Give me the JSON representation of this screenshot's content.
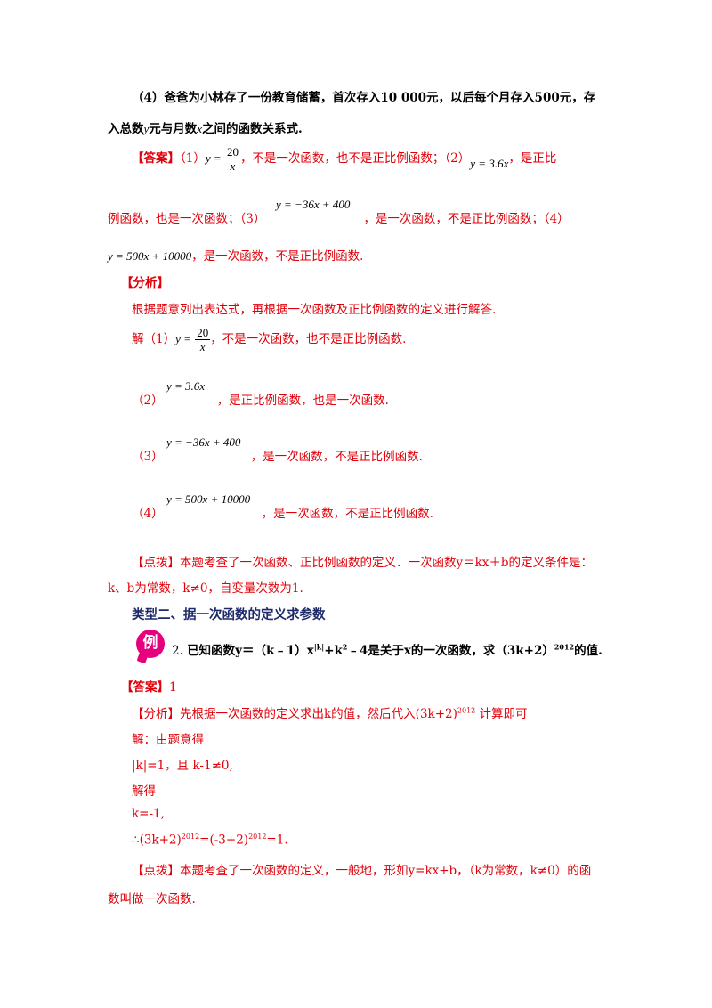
{
  "q4": {
    "line1": "（4）爸爸为小林存了一份教育储蓄，首次存入10 000元，以后每个月存入500元，存",
    "line2_a": "入总数",
    "var_y": "y",
    "line2_b": "元与月数",
    "var_x": "x",
    "line2_c": "之间的函数关系式."
  },
  "answer1": {
    "tag": "【答案】",
    "p1": "（1）",
    "eq_y": "y =",
    "num": "20",
    "den": "x",
    "t1": "，不是一次函数，也不是正比例函数；（2）",
    "eq2": "y = 3.6x",
    "t2": "，是正比",
    "t3": "例函数，也是一次函数；（3）",
    "eq3": "y = −36x + 400",
    "t4": "，是一次函数，不是正比例函数；（4）",
    "eq4": "y = 500x + 10000",
    "t5": "，是一次函数，不是正比例函数."
  },
  "analysis1": {
    "tag": "【分析】",
    "text": "根据题意列出表达式，再根据一次函数及正比例函数的定义进行解答.",
    "s1_pre": "解（1）",
    "s1_eq": "y =",
    "s1_num": "20",
    "s1_den": "x",
    "s1_post": "，不是一次函数，也不是正比例函数.",
    "s2_pre": "（2）",
    "s2_eq": "y = 3.6x",
    "s2_post": "，是正比例函数，也是一次函数.",
    "s3_pre": "（3）",
    "s3_eq": "y = −36x + 400",
    "s3_post": "，是一次函数，不是正比例函数.",
    "s4_pre": "（4）",
    "s4_eq": "y = 500x + 10000",
    "s4_post": "，是一次函数，不是正比例函数."
  },
  "tip1": {
    "line1": "【点拨】本题考查了一次函数、正比例函数的定义．一次函数y＝kx＋b的定义条件是：",
    "line2": "k、b为常数，k≠0，自变量次数为1."
  },
  "section2": {
    "title": "类型二、据一次函数的定义求参数"
  },
  "example2": {
    "badge": "例",
    "num": "2.",
    "q_a": "已知函数y＝（k﹣1）x",
    "q_sup1": "|k|",
    "q_b": "+k",
    "q_sup2": "2",
    "q_c": "﹣4是关于x的一次函数，求（3k+2）",
    "q_sup3": "2012",
    "q_d": "的值."
  },
  "answer2": {
    "tag": "【答案】",
    "value": "1"
  },
  "analysis2": {
    "line1_a": "【分析】先根据一次函数的定义求出k的值，然后代入(3k+2)",
    "line1_sup": "2012",
    "line1_b": "计算即可",
    "l2": "解：由题意得",
    "l3": "|k|=1，且 k-1≠0,",
    "l4": "解得",
    "l5": "k=-1,",
    "l6_a": "∴(3k+2)",
    "l6_sup1": "2012",
    "l6_b": "=(-3+2)",
    "l6_sup2": "2012",
    "l6_c": "=1."
  },
  "tip2": {
    "line1": "【点拨】本题考查了一次函数的定义，一般地，形如y=kx+b，（k为常数，k≠0）的函",
    "line2": "数叫做一次函数."
  }
}
